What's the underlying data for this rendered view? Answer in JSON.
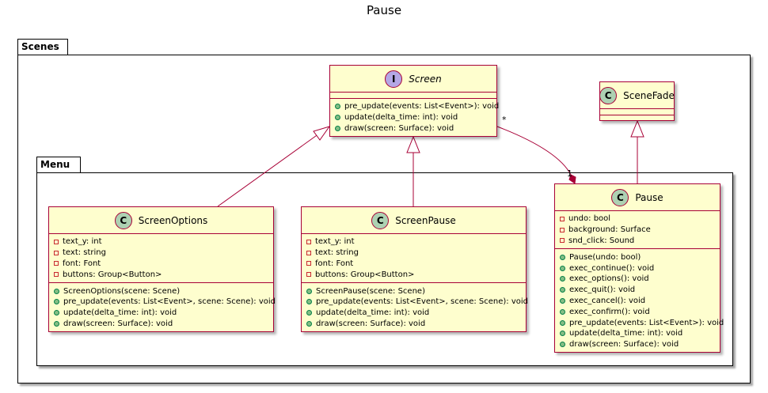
{
  "title": "Pause",
  "packages": {
    "scenes": "Scenes",
    "menu": "Menu"
  },
  "classes": {
    "screen": {
      "name": "Screen",
      "stereotype": "I",
      "attributes": [],
      "methods": [
        "pre_update(events: List<Event>): void",
        "update(delta_time: int): void",
        "draw(screen: Surface): void"
      ]
    },
    "scenefade": {
      "name": "SceneFade",
      "stereotype": "C",
      "attributes": [],
      "methods": []
    },
    "screenoptions": {
      "name": "ScreenOptions",
      "stereotype": "C",
      "attributes": [
        "text_y: int",
        "text: string",
        "font: Font",
        "buttons: Group<Button>"
      ],
      "methods": [
        "ScreenOptions(scene: Scene)",
        "pre_update(events: List<Event>, scene: Scene): void",
        "update(delta_time: int): void",
        "draw(screen: Surface): void"
      ]
    },
    "screenpause": {
      "name": "ScreenPause",
      "stereotype": "C",
      "attributes": [
        "text_y: int",
        "text: string",
        "font: Font",
        "buttons: Group<Button>"
      ],
      "methods": [
        "ScreenPause(scene: Scene)",
        "pre_update(events: List<Event>, scene: Scene): void",
        "update(delta_time: int): void",
        "draw(screen: Surface): void"
      ]
    },
    "pause": {
      "name": "Pause",
      "stereotype": "C",
      "attributes": [
        "undo: bool",
        "background: Surface",
        "snd_click: Sound"
      ],
      "methods": [
        "Pause(undo: bool)",
        "exec_continue(): void",
        "exec_options(): void",
        "exec_quit(): void",
        "exec_cancel(): void",
        "exec_confirm(): void",
        "pre_update(events: List<Event>): void",
        "update(delta_time: int): void",
        "draw(screen: Surface): void"
      ]
    }
  },
  "association": {
    "source_mult": "*",
    "target_mult": "1"
  },
  "colors": {
    "class_fill": "#FEFECE",
    "class_border": "#A80036",
    "class_badge": "#ADD1B2",
    "interface_badge": "#B4A7E5",
    "edge": "#A80036"
  }
}
